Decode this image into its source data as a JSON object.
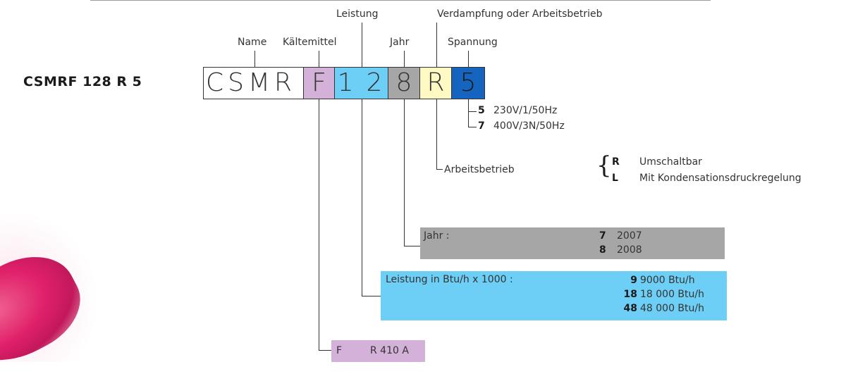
{
  "model_code": "CSMRF 128 R 5",
  "headers": {
    "name": "Name",
    "kaeltemittel": "Kältemittel",
    "leistung": "Leistung",
    "jahr": "Jahr",
    "verdampfung": "Verdampfung oder Arbeitsbetrieb",
    "spannung": "Spannung"
  },
  "code_cells": {
    "name": "CSMR",
    "kaeltemittel": "F",
    "leistung": "12",
    "jahr": "8",
    "verdampfung": "R",
    "spannung": "5"
  },
  "spannung_options": [
    {
      "code": "5",
      "value": "230V/1/50Hz"
    },
    {
      "code": "7",
      "value": "400V/3N/50Hz"
    }
  ],
  "arbeitsbetrieb": {
    "label": "Arbeitsbetrieb",
    "brace": "{",
    "options": [
      {
        "code": "R",
        "value": "Umschaltbar"
      },
      {
        "code": "L",
        "value": "Mit Kondensationsdruckregelung"
      }
    ]
  },
  "jahr_box": {
    "label": "Jahr :",
    "options": [
      {
        "code": "7",
        "value": "2007"
      },
      {
        "code": "8",
        "value": "2008"
      }
    ]
  },
  "leistung_box": {
    "label": "Leistung in Btu/h x 1000 :",
    "options": [
      {
        "code": "9",
        "value": "9000 Btu/h"
      },
      {
        "code": "18",
        "value": "18 000 Btu/h"
      },
      {
        "code": "48",
        "value": "48 000 Btu/h"
      }
    ]
  },
  "kaeltemittel_box": {
    "code": "F",
    "value": "R 410 A"
  },
  "colors": {
    "kaeltemittel": "#d4b1d8",
    "leistung": "#6dcff6",
    "jahr": "#a6a6a6",
    "verdampfung": "#fff9c4",
    "spannung": "#1565c0"
  }
}
